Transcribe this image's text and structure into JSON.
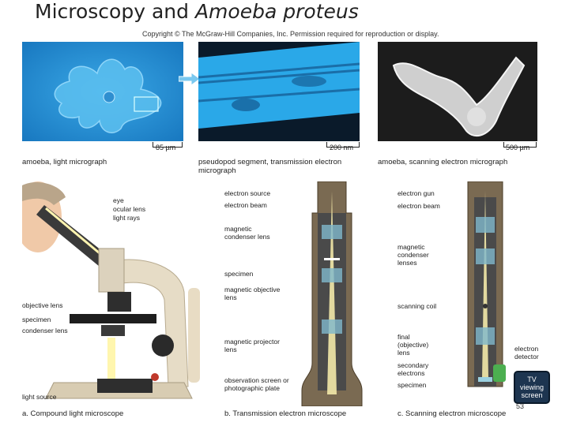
{
  "slide": {
    "title_main": "Microscopy and ",
    "title_italic": "Amoeba proteus",
    "copyright": "Copyright © The McGraw-Hill Companies, Inc. Permission required for reproduction or display.",
    "page_number": "53"
  },
  "micrographs": [
    {
      "caption": "amoeba, light micrograph",
      "scale": "85 µm"
    },
    {
      "caption": "pseudopod segment, transmission electron micrograph",
      "scale": "200 nm"
    },
    {
      "caption": "amoeba, scanning electron micrograph",
      "scale": "500 µm"
    }
  ],
  "light_microscope": {
    "caption": "a. Compound light microscope",
    "labels": [
      "eye",
      "ocular lens",
      "light rays",
      "objective lens",
      "specimen",
      "condenser lens",
      "light source"
    ]
  },
  "tem": {
    "caption": "b. Transmission electron microscope",
    "labels": [
      "electron source",
      "electron beam",
      "magnetic condenser lens",
      "specimen",
      "magnetic objective lens",
      "magnetic projector lens",
      "observation screen or photographic plate"
    ]
  },
  "sem": {
    "caption": "c. Scanning electron microscope",
    "labels": [
      "electron gun",
      "electron beam",
      "magnetic condenser lenses",
      "scanning coil",
      "final (objective) lens",
      "secondary electrons",
      "specimen",
      "electron detector"
    ],
    "screen_label": "TV viewing screen"
  }
}
